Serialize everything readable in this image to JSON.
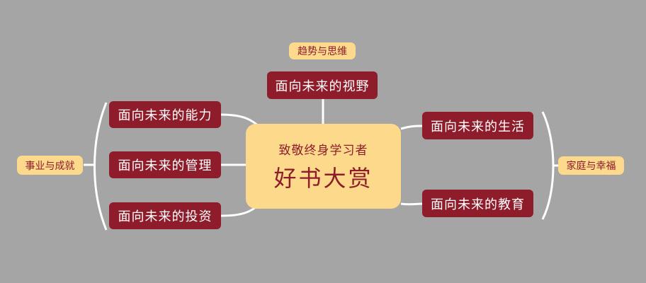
{
  "center": {
    "subtitle": "致敬终身学习者",
    "title": "好书大赏"
  },
  "top": {
    "tag": "趋势与思维",
    "nodes": [
      "面向未来的视野"
    ]
  },
  "left": {
    "tag": "事业与成就",
    "nodes": [
      "面向未来的能力",
      "面向未来的管理",
      "面向未来的投资"
    ]
  },
  "right": {
    "tag": "家庭与幸福",
    "nodes": [
      "面向未来的生活",
      "面向未来的教育"
    ]
  },
  "colors": {
    "background": "#a5a5a5",
    "node": "#8e1c2b",
    "center": "#fdd98b",
    "tag": "#fcd98d"
  }
}
